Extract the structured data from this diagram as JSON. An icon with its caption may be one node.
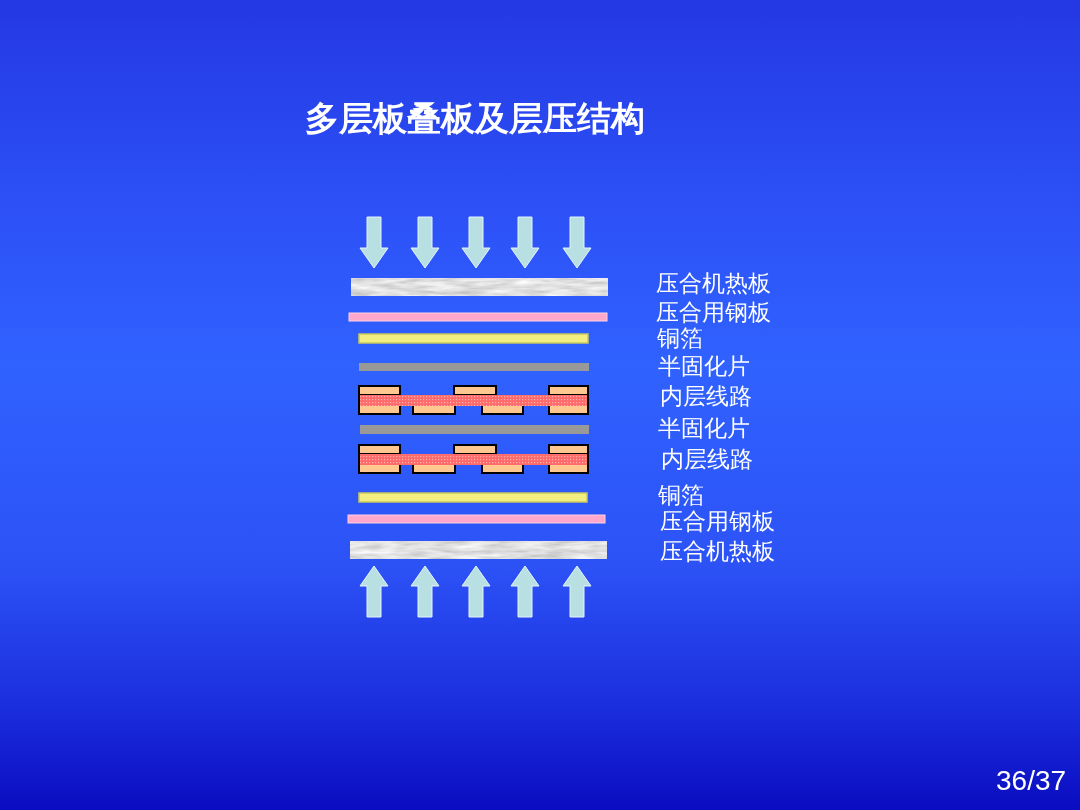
{
  "diagram": {
    "title": "多层板叠板及层压结构",
    "labels": [
      "压合机热板",
      "压合用钢板",
      "铜箔",
      "半固化片",
      "内层线路",
      "半固化片",
      "内层线路",
      "铜箔",
      "压合用钢板",
      "压合机热板",
      "36/37"
    ]
  }
}
